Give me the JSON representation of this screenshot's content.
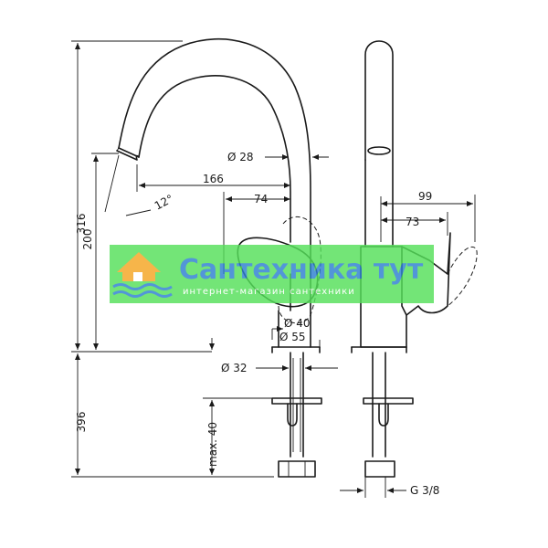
{
  "dimensions": {
    "height_total": "316",
    "height_spout": "200",
    "height_below": "396",
    "spout_diameter": "Ø 28",
    "reach": "166",
    "reach_inner": "74",
    "angle": "12°",
    "base_d40": "Ø 40",
    "base_d55": "Ø 55",
    "hole_d32": "Ø 32",
    "max_thickness": "max. 40",
    "side_99": "99",
    "side_73": "73",
    "thread": "G 3/8"
  },
  "watermark": {
    "title": "Сантехника тут",
    "subtitle": "интернет-магазин сантехники",
    "color_main": "#2d7fd0",
    "color_accent": "#f5a623",
    "band_color": "#55e05a"
  }
}
